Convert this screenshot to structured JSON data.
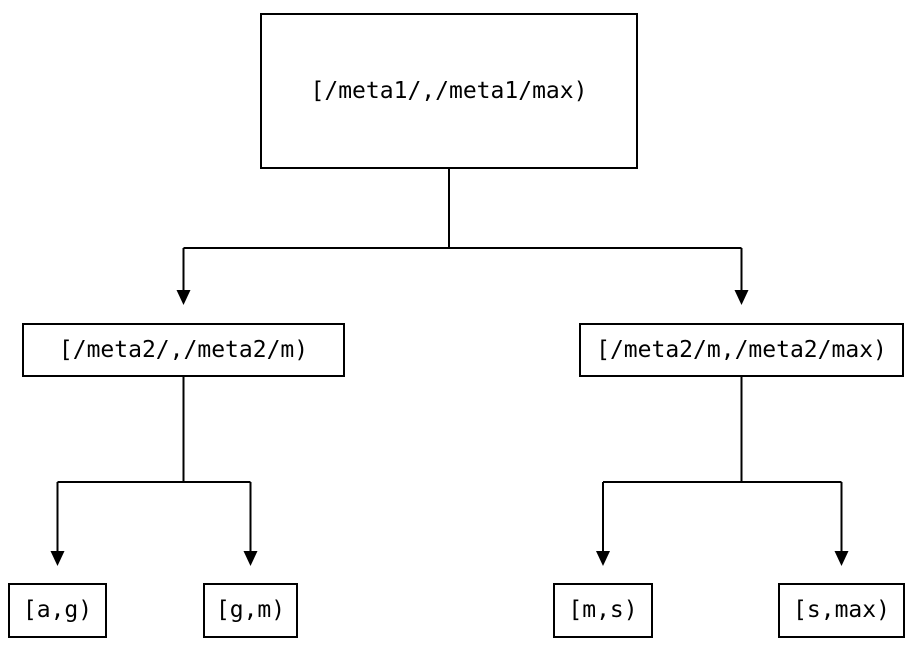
{
  "diagram": {
    "title": "interval-partition-tree",
    "colors": {
      "background": "#ffffff",
      "line": "#000000",
      "text": "#000000"
    },
    "nodes": {
      "root": {
        "label": "[/meta1/,/meta1/max)"
      },
      "left": {
        "label": "[/meta2/,/meta2/m)"
      },
      "right": {
        "label": "[/meta2/m,/meta2/max)"
      },
      "leaf_ag": {
        "label": "[a,g)"
      },
      "leaf_gm": {
        "label": "[g,m)"
      },
      "leaf_ms": {
        "label": "[m,s)"
      },
      "leaf_smax": {
        "label": "[s,max)"
      }
    },
    "edges": [
      {
        "from": "root",
        "to": [
          "left",
          "right"
        ]
      },
      {
        "from": "left",
        "to": [
          "leaf_ag",
          "leaf_gm"
        ]
      },
      {
        "from": "right",
        "to": [
          "leaf_ms",
          "leaf_smax"
        ]
      }
    ]
  }
}
